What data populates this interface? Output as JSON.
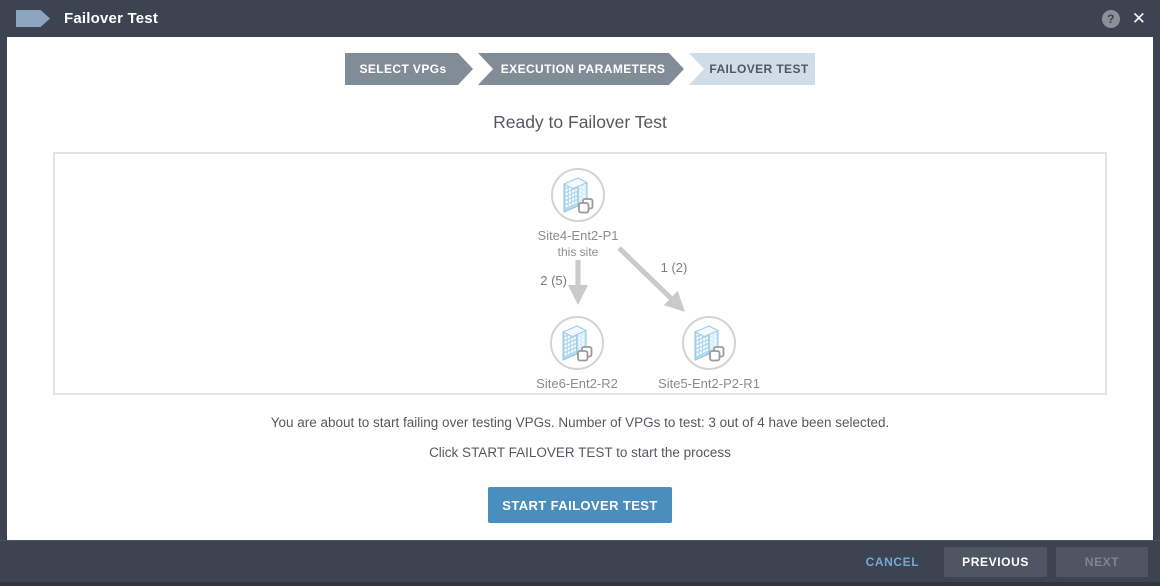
{
  "header": {
    "title": "Failover Test",
    "help_glyph": "?",
    "close_glyph": "✕"
  },
  "stepper": {
    "steps": [
      {
        "label": "SELECT VPGs",
        "active": false
      },
      {
        "label": "EXECUTION PARAMETERS",
        "active": false
      },
      {
        "label": "FAILOVER TEST",
        "active": true
      }
    ]
  },
  "main": {
    "heading": "Ready to Failover Test",
    "diagram": {
      "source_site": {
        "name": "Site4-Ent2-P1",
        "subtitle": "this site"
      },
      "targets": [
        {
          "name": "Site6-Ent2-R2",
          "edge_label": "2 (5)"
        },
        {
          "name": "Site5-Ent2-P2-R1",
          "edge_label": "1 (2)"
        }
      ]
    },
    "summary_line1": "You are about to start failing over testing VPGs. Number of VPGs to test: 3 out of 4 have been selected.",
    "summary_line2": "Click START FAILOVER TEST to start the process",
    "start_button_label": "START FAILOVER TEST"
  },
  "footer": {
    "cancel_label": "CANCEL",
    "previous_label": "PREVIOUS",
    "next_label": "NEXT",
    "next_enabled": false
  },
  "colors": {
    "titlebar_bg": "#3d4451",
    "accent_blue": "#4a8ebd",
    "step_inactive_bg": "#828c96",
    "step_active_bg": "#cfdde9",
    "cancel_link": "#72a9d3",
    "arrow_gray": "#c9cacb"
  }
}
